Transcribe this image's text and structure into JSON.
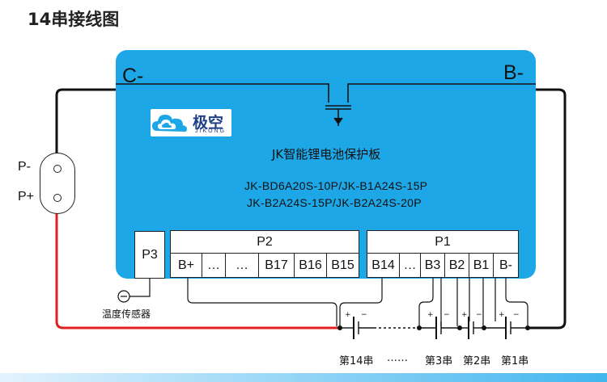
{
  "title": "14串接线图",
  "board": {
    "terminal_c": "C-",
    "terminal_b": "B-",
    "logo_text": "极空",
    "logo_sub": "JIKONG",
    "name": "JK智能锂电池保护板",
    "models": [
      "JK-BD6A20S-10P/JK-B1A24S-15P",
      "JK-B2A24S-15P/JK-B2A24S-20P"
    ]
  },
  "connectors": {
    "p3": "P3",
    "p2": {
      "label": "P2",
      "pins": [
        "B+",
        "…",
        "…",
        "B17",
        "B16",
        "B15"
      ]
    },
    "p1": {
      "label": "P1",
      "pins": [
        "B14",
        "…",
        "B3",
        "B2",
        "B1",
        "B-"
      ]
    }
  },
  "p_terminal": {
    "minus": "P-",
    "plus": "P+"
  },
  "sensor": "温度传感器",
  "cell_signs": {
    "plus": "+",
    "minus": "−"
  },
  "series": {
    "s14": "第14串",
    "ellipsis": "……",
    "s3": "第3串",
    "s2": "第2串",
    "s1": "第1串"
  },
  "colors": {
    "board": "#1ea7e6",
    "wire_black": "#111111",
    "wire_red": "#e02020",
    "logo": "#1f3f86",
    "bottom_bar": "#42b6ef"
  },
  "icons": [
    "cloud-logo-icon",
    "mosfet-symbol-icon",
    "temp-sensor-icon"
  ]
}
